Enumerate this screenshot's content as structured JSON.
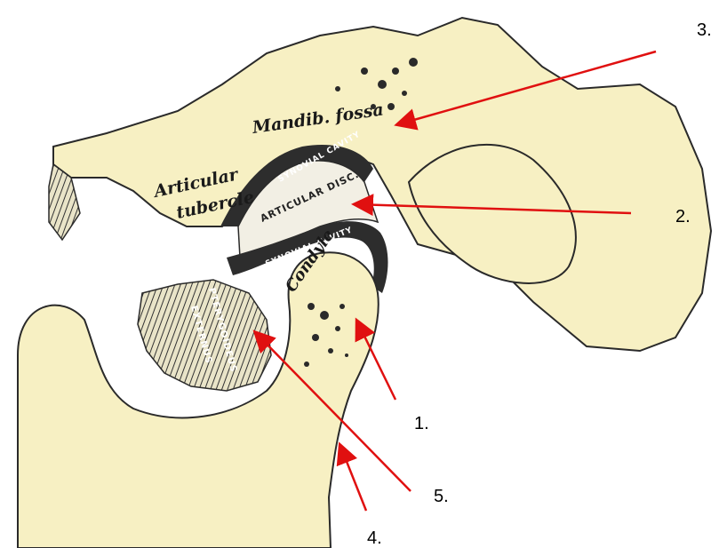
{
  "labels": {
    "mandib_fossa": "Mandib. fossa",
    "articular": "Articular",
    "tubercle": "tubercle",
    "synovial_cavity_upper": "SYNOVIAL CAVITY",
    "articular_disc": "ARTICULAR DISC.",
    "synovial_cavity_lower": "SYNOVIAL CAVITY",
    "condyle": "Condyle",
    "pterygoideus": "PTERYGOIDEUS",
    "externus": "EXTERNUS"
  },
  "callouts": {
    "n1": "1.",
    "n2": "2.",
    "n3": "3.",
    "n4": "4.",
    "n5": "5."
  },
  "colors": {
    "bone": "#f7f0c3",
    "arrow": "#e01010",
    "ink": "#2a2a2a"
  }
}
